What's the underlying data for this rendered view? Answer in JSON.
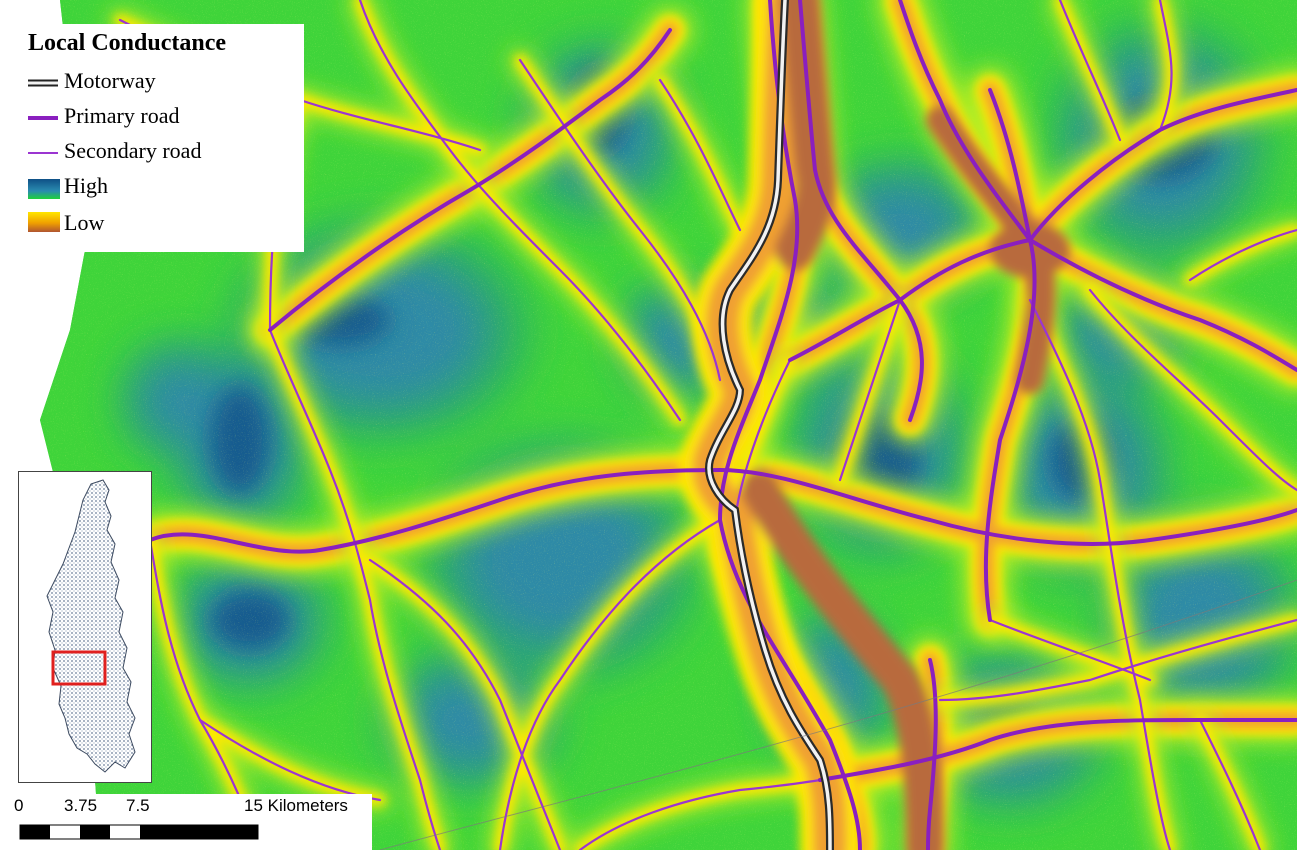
{
  "legend": {
    "title": "Local Conductance",
    "items": [
      {
        "label": "Motorway",
        "symbol": "motorway-line",
        "color": "#222222"
      },
      {
        "label": "Primary road",
        "symbol": "primary-road-line",
        "color": "#8a1fbf"
      },
      {
        "label": "Secondary road",
        "symbol": "secondary-road-line",
        "color": "#9b30d0"
      },
      {
        "label": "High",
        "symbol": "high-gradient-swatch",
        "colors": [
          "#0e4f86",
          "#2a8bb0",
          "#1fd13a"
        ]
      },
      {
        "label": "Low",
        "symbol": "low-gradient-swatch",
        "colors": [
          "#ffe600",
          "#f0a000",
          "#b05530"
        ]
      }
    ]
  },
  "conductance_colors": {
    "very_high": "#175b8f",
    "high": "#2f8aa6",
    "medium_high": "#2bb064",
    "medium": "#3fd43a",
    "medium_low": "#b8ee22",
    "low": "#ffe800",
    "very_low": "#f0a030",
    "lowest": "#b86a3c"
  },
  "road_colors": {
    "primary": "#8a1fbf",
    "secondary": "#9b35d1",
    "motorway_outer": "#2a2a2a",
    "motorway_inner": "#f2f2f2"
  },
  "scale": {
    "labels": [
      "0",
      "3.75",
      "7.5",
      "15 Kilometers"
    ],
    "values": [
      0,
      3.75,
      7.5,
      15
    ],
    "unit": "Kilometers"
  },
  "inset": {
    "frame_color": "#e0201e"
  }
}
